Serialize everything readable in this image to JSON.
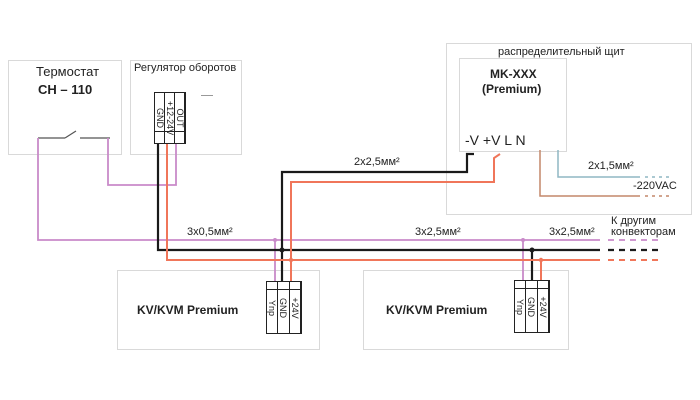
{
  "thermostat": {
    "title": "Термостат",
    "model": "CH – 110"
  },
  "regulator": {
    "title": "Регулятор оборотов",
    "terminals": [
      "GND",
      "+12-24V",
      "OUT"
    ]
  },
  "panel": {
    "title": "распределительный щит",
    "module_line1": "MK-XXX",
    "module_line2": "(Premium)",
    "terminals": "-V +V L N"
  },
  "cables": {
    "supply": "2x2,5мм²",
    "mains": "2x1,5мм²",
    "mains_voltage": "-220VAC",
    "control": "3x0,5мм²",
    "trunk1": "3x2,5мм²",
    "trunk2": "3x2,5мм²",
    "to_others_line1": "К другим",
    "to_others_line2": "конвекторам"
  },
  "convectors": [
    {
      "label": "KV/KVM Premium",
      "terminals": [
        "Ynp",
        "GND",
        "+24V"
      ]
    },
    {
      "label": "KV/KVM Premium",
      "terminals": [
        "Ynp",
        "GND",
        "+24V"
      ]
    }
  ],
  "colors": {
    "control": "#c98ac9",
    "ground": "#1a1a1a",
    "positive": "#f0765a",
    "mains_l": "#8fb7c4",
    "mains_n": "#c4876a"
  }
}
